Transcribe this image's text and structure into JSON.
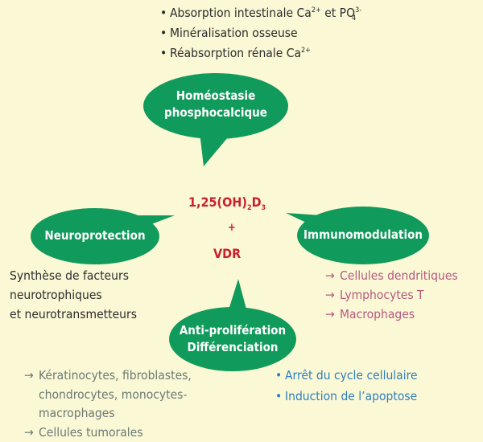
{
  "colors": {
    "background": "#fbf8d6",
    "bubble": "#109a5b",
    "center": "#c8202c",
    "immuno_text": "#b7587f",
    "antiprolif_text": "#6b7a74",
    "cycle_text": "#2e7fbf"
  },
  "top_list": {
    "bullet": "•",
    "item1": {
      "text": "Absorption intestinale Ca",
      "sup1": "2+",
      "mid": "et PO",
      "sup2": "3-",
      "sub2": "4"
    },
    "item2": {
      "text": "Minéralisation osseuse"
    },
    "item3": {
      "text": "Réabsorption rénale Ca",
      "sup": "2+"
    }
  },
  "bubbles": {
    "homeostasie": {
      "line1": "Homéostasie",
      "line2": "phosphocalcique"
    },
    "neuroprotection": {
      "label": "Neuroprotection"
    },
    "immunomodulation": {
      "label": "Immunomodulation"
    },
    "antiproliferation": {
      "line1": "Anti-prolifération",
      "line2": "Différenciation"
    }
  },
  "center": {
    "formula_main": "1,25(OH)",
    "formula_sub1": "2",
    "formula_d": "D",
    "formula_sub2": "3",
    "plus": "+",
    "receptor": "VDR"
  },
  "neuro_text": {
    "line1": "Synthèse de facteurs",
    "line2": "neurotrophiques",
    "line3": "et neurotransmetteurs"
  },
  "immuno_list": {
    "arrow": "→",
    "items": [
      "Cellules dendritiques",
      "Lymphocytes T",
      "Macrophages"
    ]
  },
  "antiprolif_list": {
    "arrow": "→",
    "item1_line1": "Kératinocytes, fibroblastes,",
    "item1_line2": "chondrocytes, monocytes-",
    "item1_line3": "macrophages",
    "item2": "Cellules tumorales"
  },
  "cycle_list": {
    "bullet": "•",
    "items": [
      "Arrêt du cycle cellulaire",
      "Induction de l’apoptose"
    ]
  }
}
